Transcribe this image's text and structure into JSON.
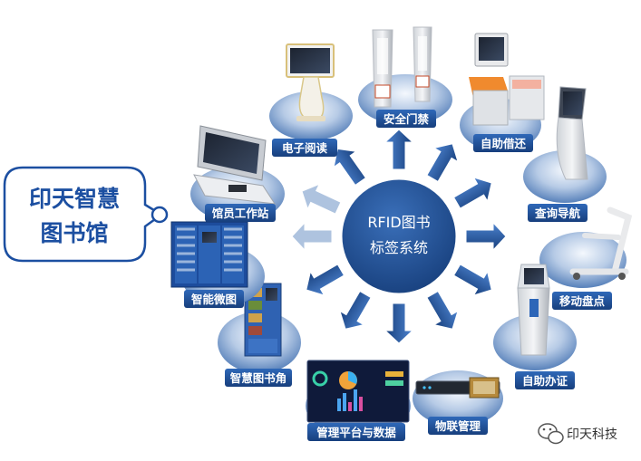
{
  "brand": {
    "line1": "印天智慧",
    "line2": "图书馆"
  },
  "center": {
    "line1": "RFID图书",
    "line2": "标签系统"
  },
  "nodes": [
    {
      "id": "ereading",
      "label": "电子阅读",
      "icon": "e-reader-kiosk-icon"
    },
    {
      "id": "security",
      "label": "安全门禁",
      "icon": "security-gate-icon"
    },
    {
      "id": "selfservice",
      "label": "自助借还",
      "icon": "self-service-kiosk-icon"
    },
    {
      "id": "query",
      "label": "查询导航",
      "icon": "query-terminal-icon"
    },
    {
      "id": "inventory",
      "label": "移动盘点",
      "icon": "inventory-cart-icon"
    },
    {
      "id": "card",
      "label": "自助办证",
      "icon": "card-kiosk-icon"
    },
    {
      "id": "iot",
      "label": "物联管理",
      "icon": "iot-server-icon"
    },
    {
      "id": "platform",
      "label": "管理平台与数据",
      "icon": "dashboard-icon"
    },
    {
      "id": "corner",
      "label": "智慧图书角",
      "icon": "book-corner-cabinet-icon"
    },
    {
      "id": "micro",
      "label": "智能微图",
      "icon": "smart-bookcase-icon"
    },
    {
      "id": "staff",
      "label": "馆员工作站",
      "icon": "librarian-workstation-icon"
    }
  ],
  "watermark": {
    "text": "印天科技",
    "icon": "wechat-icon"
  },
  "colors": {
    "primary": "#1f5aa8",
    "dark": "#16437f",
    "arrow": "#2a63b2",
    "arrow_light": "#aec3df",
    "brand_text": "#1c4fa1",
    "platter": "#9fb9dc"
  }
}
